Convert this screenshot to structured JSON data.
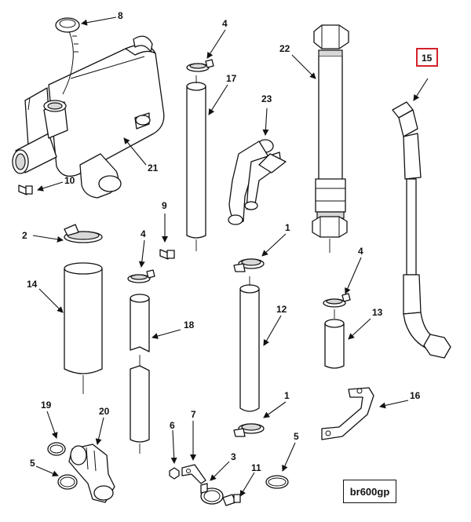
{
  "diagram_id": "br600gp",
  "highlighted_callout": "15",
  "highlight_color": "#d4212a",
  "callouts": [
    "8",
    "4",
    "22",
    "15",
    "17",
    "23",
    "21",
    "10",
    "9",
    "2",
    "4",
    "1",
    "14",
    "18",
    "12",
    "4",
    "13",
    "1",
    "16",
    "19",
    "20",
    "6",
    "7",
    "3",
    "11",
    "5",
    "5"
  ]
}
